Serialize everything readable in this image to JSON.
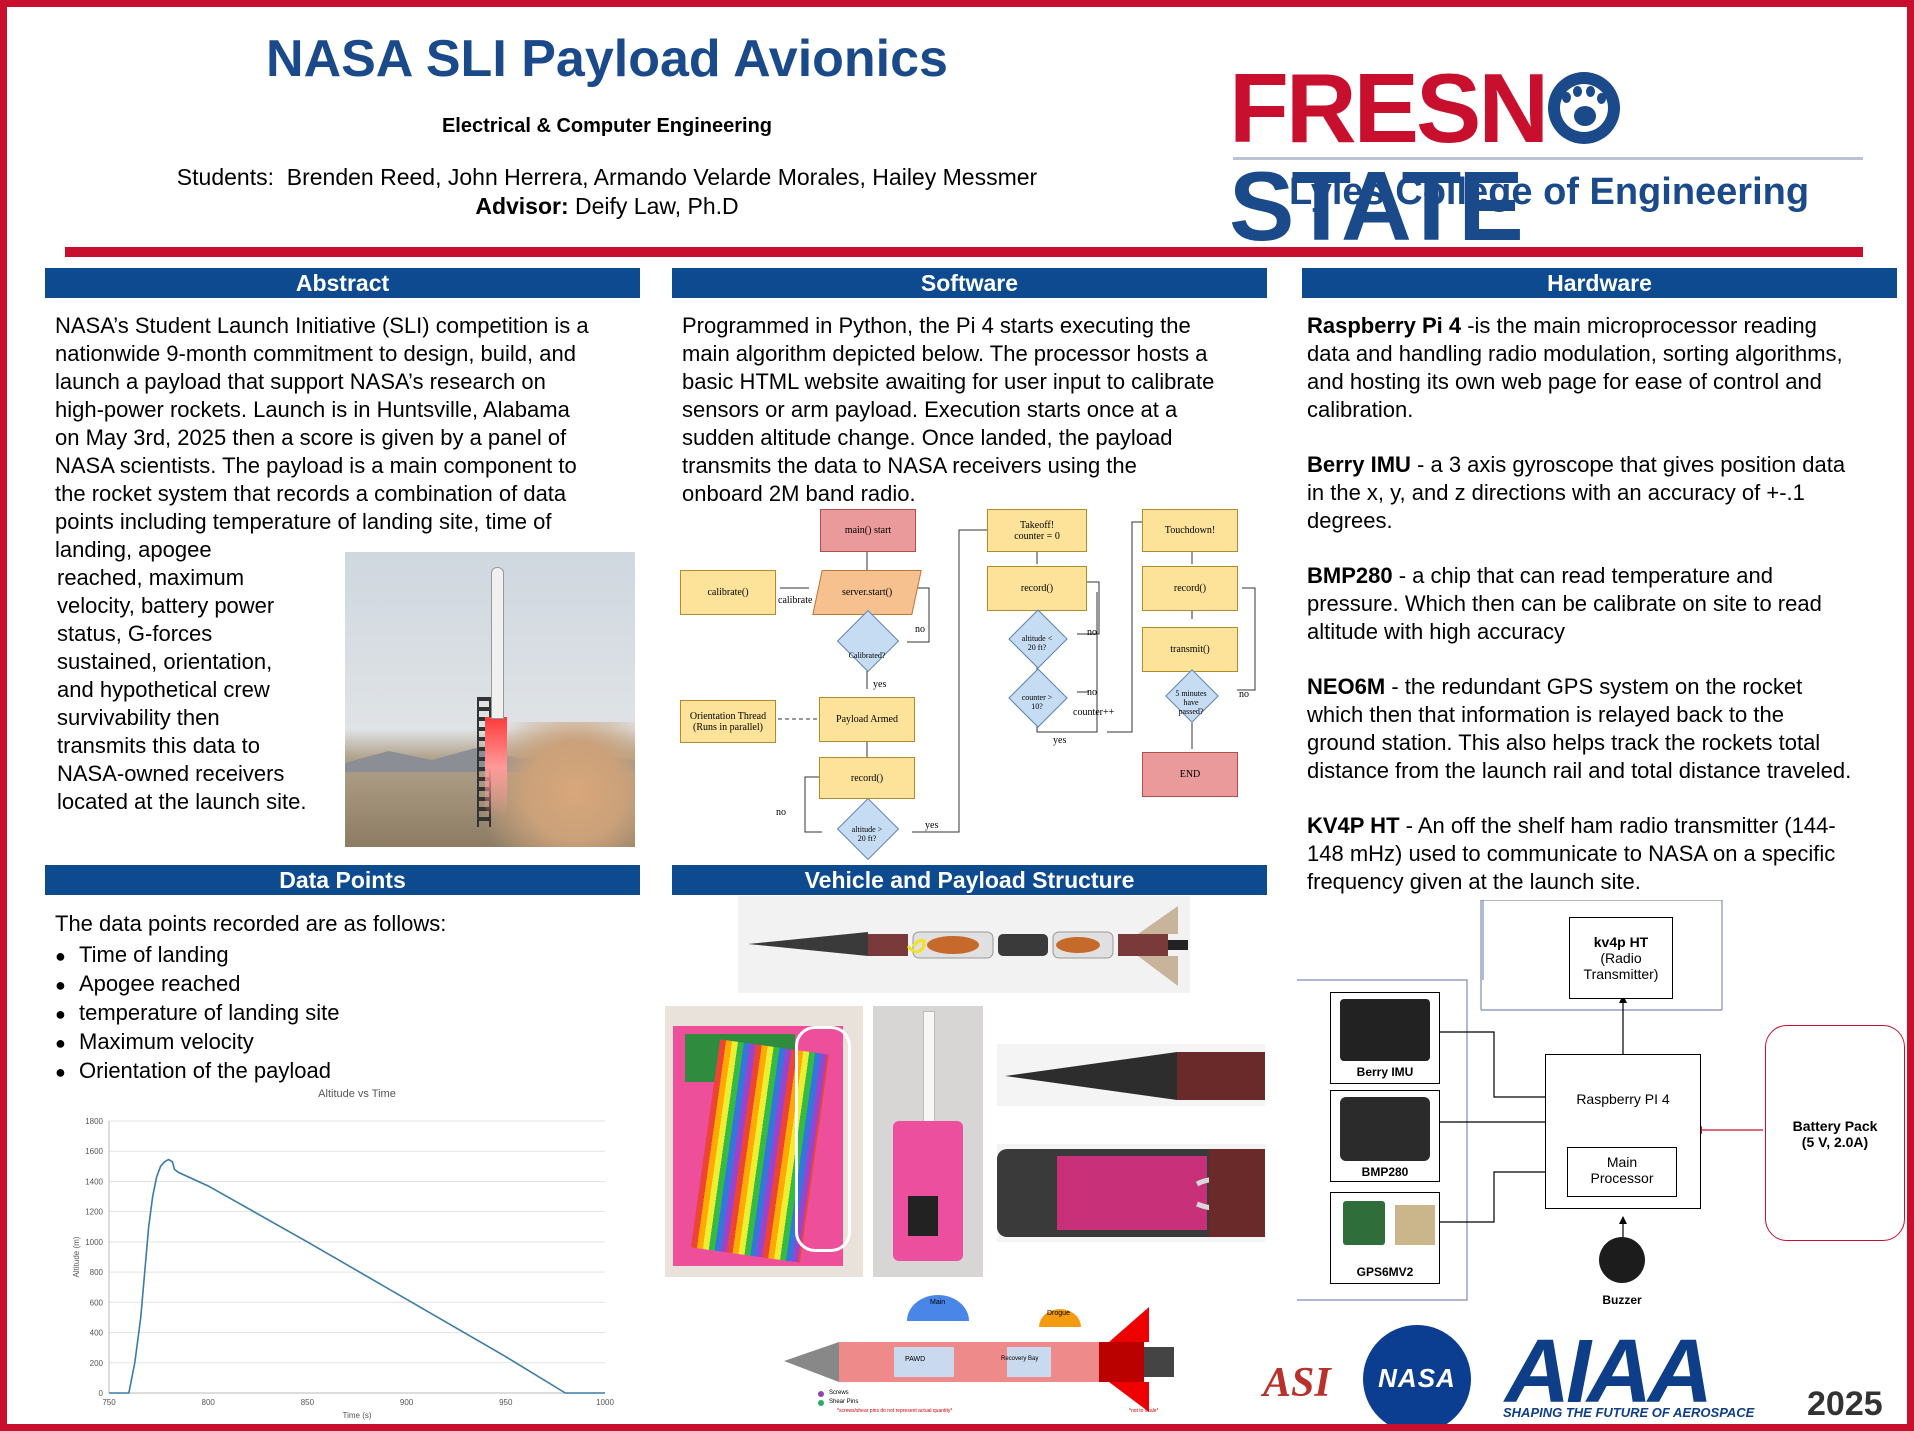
{
  "header": {
    "title": "NASA SLI Payload Avionics",
    "department": "Electrical & Computer Engineering",
    "students_label": "Students:",
    "students": "Brenden Reed, John Herrera, Armando Velarde Morales, Hailey Messmer",
    "advisor_label": "Advisor:",
    "advisor": "Deify Law, Ph.D"
  },
  "logo": {
    "fresno_left": "FRESN",
    "fresno_right": "STATE",
    "college": "Lyles College of Engineering",
    "asi": "ASI",
    "nasa": "NASA",
    "aiaa": "AIAA",
    "aiaa_tagline": "SHAPING THE FUTURE OF AEROSPACE",
    "aiaa_year": "2025"
  },
  "sections": {
    "abstract": {
      "title": "Abstract",
      "lines_full": [
        "NASA’s Student Launch Initiative (SLI) competition is a",
        "nationwide 9-month commitment to design, build, and",
        "launch a payload that support NASA’s research on",
        "high-power rockets. Launch is in Huntsville, Alabama",
        "on May 3rd, 2025 then a score is given by a panel of",
        "NASA scientists.  The payload is a main component to",
        "the rocket system that records a combination of data",
        "points including temperature of landing site, time of",
        "landing, apogee"
      ],
      "lines_wrapped": [
        "reached, maximum",
        "velocity, battery power",
        "status, G-forces",
        "sustained, orientation,",
        "and hypothetical crew",
        "survivability then",
        "transmits this data to",
        "NASA-owned receivers",
        "located at the launch site."
      ]
    },
    "software": {
      "title": "Software",
      "lines": [
        "Programmed in Python, the Pi 4 starts executing the",
        "main algorithm depicted below.  The processor hosts a",
        "basic HTML website awaiting for user input to calibrate",
        "sensors or arm payload.  Execution starts once at a",
        "sudden altitude change.  Once landed, the payload",
        "transmits the data to NASA receivers using the",
        "onboard 2M band radio."
      ]
    },
    "hardware": {
      "title": "Hardware",
      "items": [
        {
          "name": "Raspberry Pi 4",
          "text": " -is the main microprocessor reading",
          "more": [
            "data and handling radio modulation, sorting algorithms,",
            "and hosting its own web page for ease of control and",
            "calibration."
          ]
        },
        {
          "name": "Berry IMU",
          "text": " - a 3 axis gyroscope that gives position data",
          "more": [
            "in the x,  y, and z directions with an accuracy of +-.1",
            "degrees."
          ]
        },
        {
          "name": "BMP280",
          "text": " - a chip that can read temperature and",
          "more": [
            "pressure. Which then can be calibrate on site to read",
            "altitude with high accuracy"
          ]
        },
        {
          "name": "NEO6M",
          "text": " - the redundant GPS system on the rocket",
          "more": [
            "which then that information is relayed  back to the",
            "ground station. This also helps track the rockets total",
            "distance from the launch rail and total distance traveled."
          ]
        },
        {
          "name": "KV4P HT",
          "text": " - An off the shelf ham radio transmitter (144-",
          "more": [
            "148 mHz) used to communicate to NASA on a specific",
            "frequency given at the launch site."
          ]
        }
      ]
    },
    "data_points": {
      "title": "Data Points",
      "intro": "The data points recorded are as follows:",
      "items": [
        "Time of landing",
        "Apogee reached",
        "temperature of landing site",
        "Maximum velocity",
        "Orientation of the payload"
      ]
    },
    "vehicle": {
      "title": "Vehicle and Payload Structure"
    }
  },
  "flowchart": {
    "main_start": "main() start",
    "calibrate": "calibrate()",
    "server_start": "server.start()",
    "calibrate_edge": "calibrate",
    "calibrated_q": "Calibrated?",
    "no": "no",
    "yes": "yes",
    "orientation_1": "Orientation Thread",
    "orientation_2": "(Runs in parallel)",
    "payload_armed": "Payload Armed",
    "record": "record()",
    "alt_q1": "altitude >",
    "alt_q2": "20 ft?",
    "takeoff_1": "Takeoff!",
    "takeoff_2": "counter = 0",
    "alt_lt1": "altitude <",
    "alt_lt2": "20 ft?",
    "counter_q1": "counter >",
    "counter_q2": "10?",
    "counter_inc": "counter++",
    "touchdown": "Touchdown!",
    "transmit": "transmit()",
    "five_1": "5 minutes",
    "five_2": "have",
    "five_3": "passed?",
    "end": "END"
  },
  "chart_data": {
    "type": "line",
    "title": "Altitude vs Time",
    "xlabel": "Time (s)",
    "ylabel": "Altitude (m)",
    "xlim": [
      750,
      1000
    ],
    "ylim": [
      0,
      1800
    ],
    "xticks": [
      750,
      800,
      850,
      900,
      950,
      1000
    ],
    "yticks": [
      0,
      200,
      400,
      600,
      800,
      1000,
      1200,
      1400,
      1600,
      1800
    ],
    "grid": true,
    "series": [
      {
        "x": [
          750,
          760,
          763,
          766,
          768,
          770,
          772,
          774,
          776,
          778,
          780,
          782,
          783,
          785,
          800,
          850,
          900,
          950,
          980,
          1000
        ],
        "y": [
          0,
          0,
          200,
          500,
          800,
          1100,
          1300,
          1430,
          1500,
          1530,
          1545,
          1530,
          1480,
          1460,
          1370,
          1000,
          620,
          240,
          0,
          0
        ]
      }
    ]
  },
  "hardware_diagram": {
    "radio_title": "kv4p HT",
    "radio_sub1": "(Radio",
    "radio_sub2": "Transmitter)",
    "pi_label": "Raspberry PI 4",
    "proc_1": "Main",
    "proc_2": "Processor",
    "battery_1": "Battery Pack",
    "battery_2": "(5 V, 2.0A)",
    "berry": "Berry IMU",
    "bmp": "BMP280",
    "gps": "GPS6MV2",
    "buzzer": "Buzzer"
  },
  "schematic": {
    "main": "Main",
    "drogue": "Drogue",
    "pawd": "PAWD",
    "recovery": "Recovery Bay",
    "screws": "Screws",
    "shear": "Shear Pins",
    "note": "*screws/shear pins do not represent actual quantity*",
    "not_to_scale": "*not to scale*"
  },
  "colors": {
    "accent_red": "#c8102e",
    "header_blue": "#0d4a8f",
    "title_blue": "#1a4a8a"
  }
}
